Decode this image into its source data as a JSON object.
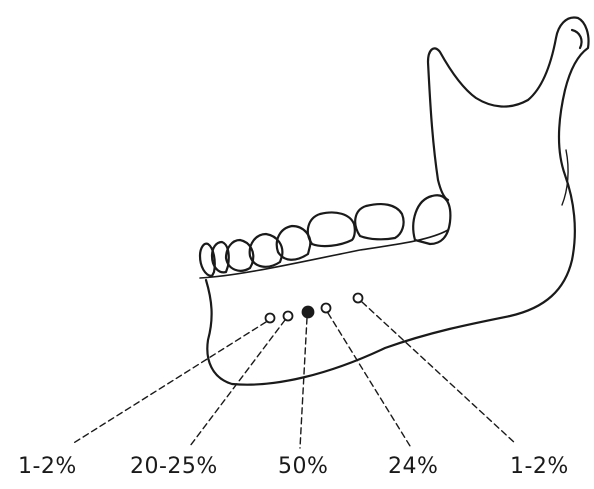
{
  "labels": [
    {
      "id": "label-1",
      "text": "1-2%"
    },
    {
      "id": "label-2",
      "text": "20-25%"
    },
    {
      "id": "label-3",
      "text": "50%"
    },
    {
      "id": "label-4",
      "text": "24%"
    },
    {
      "id": "label-5",
      "text": "1-2%"
    }
  ],
  "colors": {
    "line": "#1a1a1a",
    "background": "#ffffff"
  }
}
